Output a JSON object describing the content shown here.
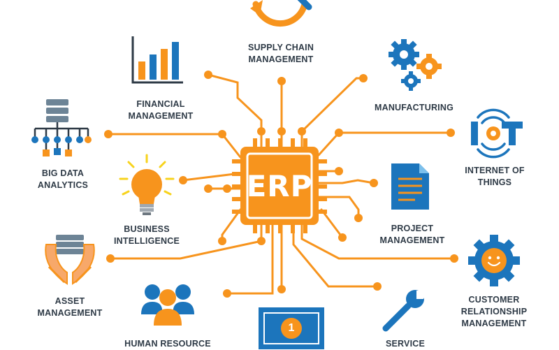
{
  "center": {
    "label": "ERP"
  },
  "colors": {
    "orange": "#f7941d",
    "blue": "#1c75bc",
    "dark": "#2e3a46",
    "light_blue": "#4aa3df"
  },
  "nodes": [
    {
      "label": "SUPPLY CHAIN\nMANAGEMENT",
      "icon": "cycle-arrows-icon"
    },
    {
      "label": "FINANCIAL\nMANAGEMENT",
      "icon": "bar-chart-icon"
    },
    {
      "label": "MANUFACTURING",
      "icon": "gears-icon"
    },
    {
      "label": "BIG DATA\nANALYTICS",
      "icon": "database-network-icon"
    },
    {
      "label": "INTERNET OF\nTHINGS",
      "icon": "iot-icon"
    },
    {
      "label": "BUSINESS\nINTELLIGENCE",
      "icon": "lightbulb-icon"
    },
    {
      "label": "PROJECT\nMANAGEMENT",
      "icon": "document-icon"
    },
    {
      "label": "ASSET\nMANAGEMENT",
      "icon": "hands-database-icon"
    },
    {
      "label": "CUSTOMER\nRELATIONSHIP\nMANAGEMENT",
      "icon": "smiley-gear-icon"
    },
    {
      "label": "HUMAN RESOURCE",
      "icon": "people-icon"
    },
    {
      "label": "SERVICE",
      "icon": "wrench-icon"
    },
    {
      "label": "1",
      "icon": "banknote-icon"
    }
  ]
}
